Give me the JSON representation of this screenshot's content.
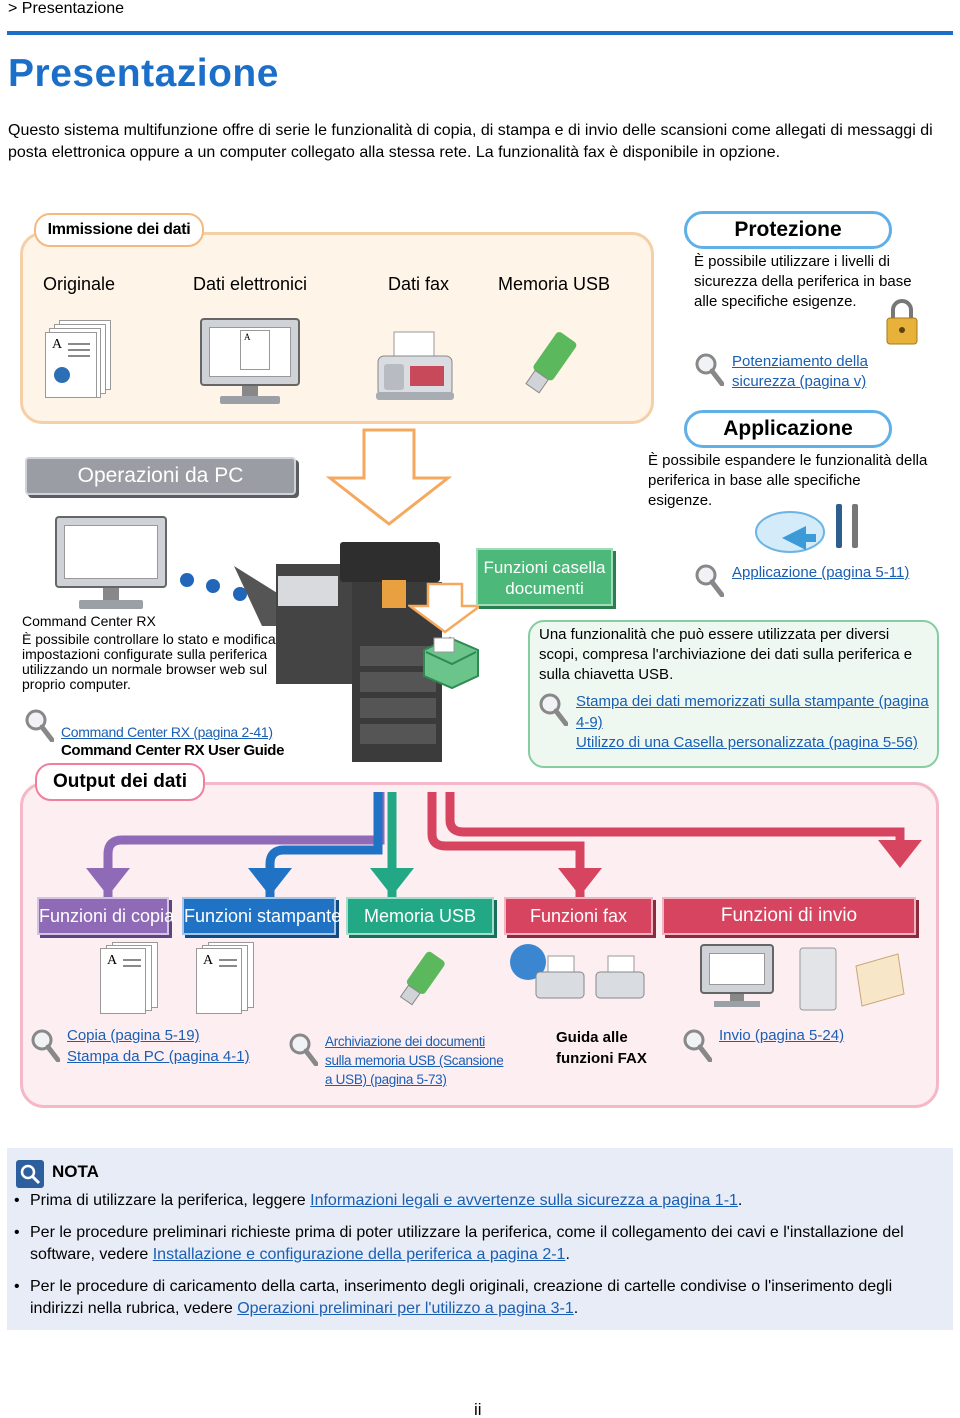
{
  "breadcrumb": "> Presentazione",
  "page_title": "Presentazione",
  "intro": "Questo sistema multifunzione offre di serie le funzionalità di copia, di stampa e di invio delle scansioni come allegati di messaggi di posta elettronica oppure a un computer collegato alla stessa rete. La funzionalità fax è disponibile in opzione.",
  "input": {
    "title": "Immissione dei dati",
    "sources": [
      "Originale",
      "Dati elettronici",
      "Dati fax",
      "Memoria USB"
    ]
  },
  "protection": {
    "title": "Protezione",
    "text": "È possibile utilizzare i livelli di sicurezza della periferica in base alle specifiche esigenze.",
    "link": "Potenziamento della sicurezza (pagina v)"
  },
  "application": {
    "title": "Applicazione",
    "text": "È possibile espandere le funzionalità della periferica in base alle specifiche esigenze.",
    "link": "Applicazione (pagina 5-11)"
  },
  "pc_ops": {
    "title": "Operazioni da PC",
    "heading": "Command Center RX",
    "text": "È possibile controllare lo stato e modificare le impostazioni configurate sulla periferica utilizzando un normale browser web sul proprio computer.",
    "link": "Command Center RX (pagina 2-41)",
    "guide": "Command Center RX User Guide"
  },
  "doc_box": {
    "title": "Funzioni casella documenti",
    "text": "Una funzionalità che può essere utilizzata per diversi scopi, compresa l'archiviazione dei dati sulla periferica e sulla chiavetta USB.",
    "link1": "Stampa dei dati memorizzati sulla stampante (pagina 4-9)",
    "link2": "Utilizzo di una Casella personalizzata (pagina 5-56)"
  },
  "output": {
    "title": "Output dei dati",
    "functions": [
      {
        "label": "Funzioni di copia",
        "color": "#8f6bb7"
      },
      {
        "label": "Funzioni stampante",
        "color": "#1f72c4"
      },
      {
        "label": "Memoria USB",
        "color": "#22a885"
      },
      {
        "label": "Funzioni fax",
        "color": "#d7445f"
      },
      {
        "label": "Funzioni di invio",
        "color": "#d7445f"
      }
    ],
    "copy_link": "Copia (pagina 5-19)",
    "print_link": "Stampa da PC (pagina 4-1)",
    "usb_link": "Archiviazione dei documenti sulla memoria USB (Scansione a USB) (pagina 5-73)",
    "fax_guide": "Guida alle funzioni FAX",
    "send_link": "Invio (pagina 5-24)"
  },
  "note": {
    "title": "NOTA",
    "b1_pre": "Prima di utilizzare la periferica, leggere ",
    "b1_link": "Informazioni legali e avvertenze sulla sicurezza a pagina 1-1",
    "b1_post": ".",
    "b2_pre": "Per le procedure preliminari richieste prima di poter utilizzare la periferica, come il collegamento dei cavi e l'installazione del software, vedere ",
    "b2_link": "Installazione e configurazione della periferica a pagina 2-1",
    "b2_post": ".",
    "b3_pre": "Per le procedure di caricamento della carta, inserimento degli originali, creazione di cartelle condivise o l'inserimento degli indirizzi nella rubrica, vedere ",
    "b3_link": "Operazioni preliminari per l'utilizzo a pagina 3-1",
    "b3_post": "."
  },
  "page_number": "ii",
  "icon_letter": "A"
}
